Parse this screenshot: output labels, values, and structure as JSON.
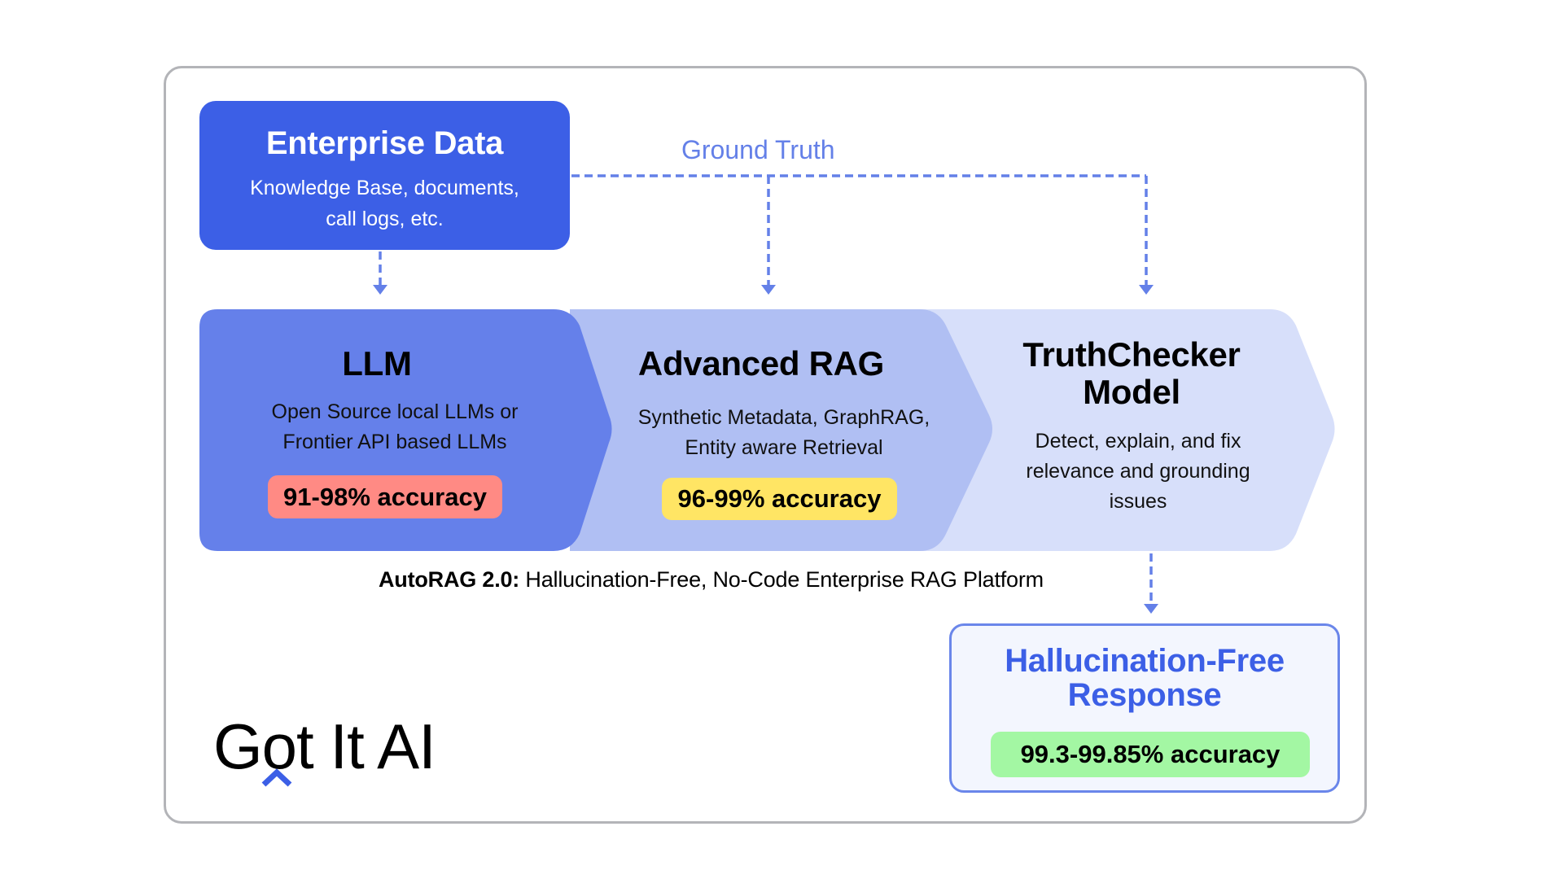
{
  "enterprise_data": {
    "title": "Enterprise Data",
    "subtitle_line1": "Knowledge Base, documents,",
    "subtitle_line2": "call logs, etc."
  },
  "ground_truth_label": "Ground Truth",
  "pipeline": [
    {
      "title": "LLM",
      "body_line1": "Open Source local LLMs or",
      "body_line2": "Frontier API based LLMs",
      "accuracy": "91-98% accuracy",
      "fill_color": "#6580ea",
      "badge_color": "#ff8a84"
    },
    {
      "title": "Advanced RAG",
      "body_line1": "Synthetic Metadata, GraphRAG,",
      "body_line2": "Entity aware Retrieval",
      "accuracy": "96-99% accuracy",
      "fill_color": "#b0bff3",
      "badge_color": "#ffe564"
    },
    {
      "title_line1": "TruthChecker",
      "title_line2": "Model",
      "body_line1": "Detect, explain, and fix",
      "body_line2": "relevance and grounding",
      "body_line3": "issues",
      "fill_color": "#d7dffa"
    }
  ],
  "caption": {
    "bold": "AutoRAG 2.0:",
    "text": " Hallucination-Free, No-Code Enterprise RAG Platform"
  },
  "response": {
    "title_line1": "Hallucination-Free",
    "title_line2": "Response",
    "accuracy": "99.3-99.85% accuracy",
    "badge_color": "#a3f7a3"
  },
  "logo": {
    "text": "Got It AI",
    "icon": "caret-up-icon"
  },
  "colors": {
    "accent": "#3c5fe6",
    "connector": "#6480e8",
    "frame": "#b3b4b8"
  }
}
